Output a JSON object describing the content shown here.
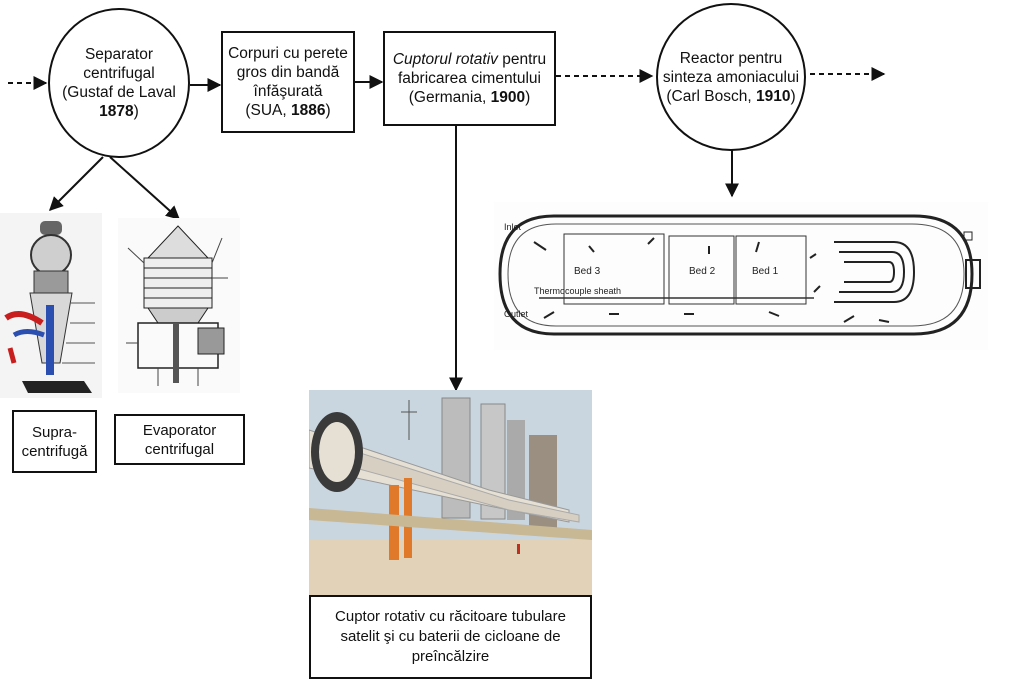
{
  "nodes": {
    "separator": {
      "line1": "Separator",
      "line2": "centrifugal",
      "line3": "(Gustaf de Laval",
      "year": "1878",
      "close": ")"
    },
    "corpuri": {
      "line1": "Corpuri cu perete",
      "line2": "gros din bandă",
      "line3": "înfăşurată",
      "pre": "(SUA, ",
      "year": "1886",
      "close": ")"
    },
    "cuptorul": {
      "italic": "Cuptorul rotativ",
      "rest": " pentru",
      "line2": "fabricarea cimentului",
      "pre": "(Germania, ",
      "year": "1900",
      "close": ")"
    },
    "reactor": {
      "line1": "Reactor pentru",
      "line2": "sinteza amoniacului",
      "pre": "(Carl Bosch, ",
      "year": "1910",
      "close": ")"
    },
    "supra": {
      "line1": "Supra-",
      "line2": "centrifugă"
    },
    "evaporator": {
      "line1": "Evaporator",
      "line2": "centrifugal"
    },
    "cuptor_racitoare": {
      "line1": "Cuptor rotativ cu răcitoare tubulare",
      "line2": "satelit şi cu baterii de cicloane de",
      "line3": "preîncălzire"
    }
  },
  "reactor_drawing": {
    "inlet": "Inlet",
    "outlet": "Outlet",
    "bed3": "Bed 3",
    "bed2": "Bed 2",
    "bed1": "Bed 1",
    "sheath": "Thermocouple sheath"
  },
  "colors": {
    "line": "#111111",
    "kiln_sky": "#c9d6e0",
    "kiln_ground": "#e2d2b8",
    "kiln_steel": "#e6e0d4",
    "kiln_frame": "#e07a2a",
    "centrifuge_red": "#c81e1e",
    "centrifuge_blue": "#2a4fb0"
  }
}
